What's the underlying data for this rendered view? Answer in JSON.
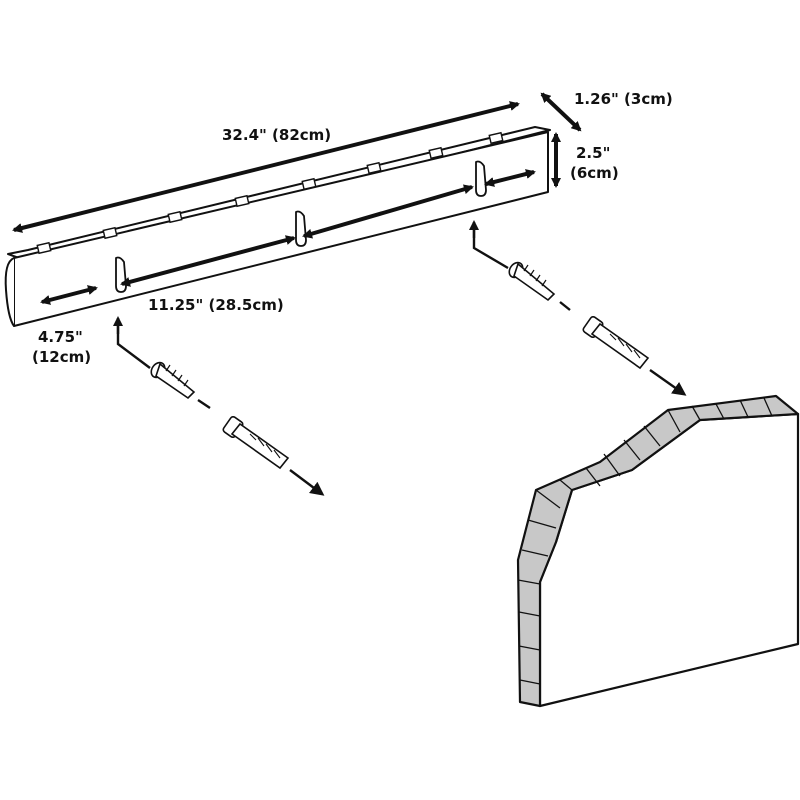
{
  "colors": {
    "stroke": "#111111",
    "hatch_fill": "#c8c8c8",
    "background": "#ffffff"
  },
  "dimensions": {
    "length": "32.4\" (82cm)",
    "depth": "1.26\" (3cm)",
    "height_in": "2.5\"",
    "height_cm": "(6cm)",
    "hook_spacing": "11.25\" (28.5cm)",
    "edge_offset_in": "4.75\"",
    "edge_offset_cm": "(12cm)"
  },
  "parts": {
    "rail": "hook-rail",
    "hooks": 3,
    "screws": 2,
    "wall_anchors": 2,
    "wall": "wall-section"
  }
}
